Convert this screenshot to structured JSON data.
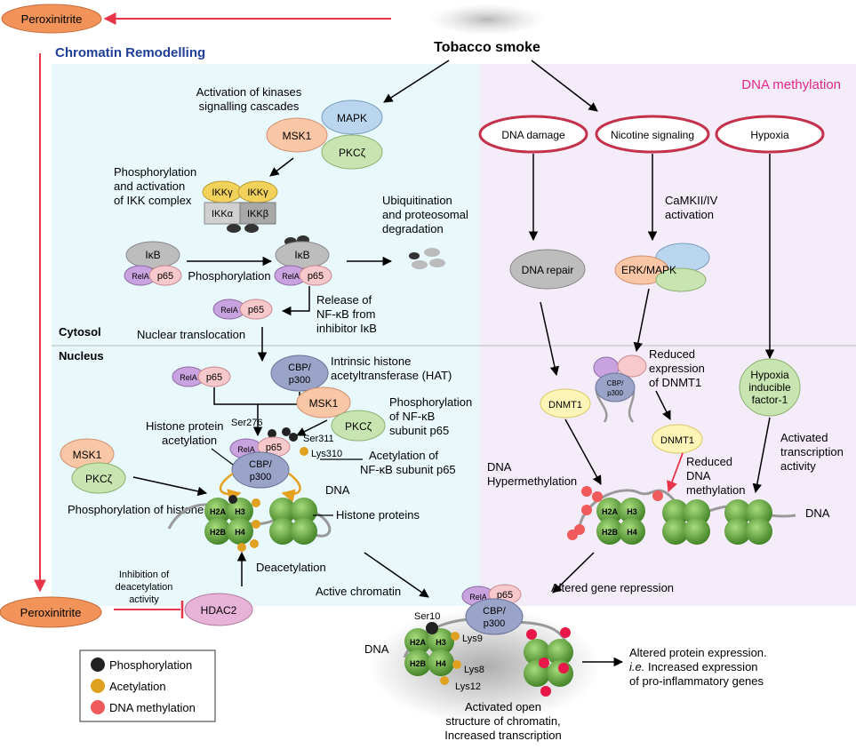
{
  "colors": {
    "chromatin_bg": "#e8f8fb",
    "methylation_bg": "#f5ecfa",
    "peroxynitrite_fill": "#f2935a",
    "red_arrow": "#e8354a",
    "title_blue": "#1f3f9a",
    "title_pink": "#e0288c",
    "relA": "#c9a3e0",
    "p65": "#f7c9cc",
    "mapk": "#b9d6ee",
    "msk1": "#f9c7a6",
    "pkc": "#c8e4b0",
    "ikk_gamma": "#f2d25a",
    "ikk_ab": "#b8b8b8",
    "cbp": "#9aa4c8",
    "dnmt1": "#fdf5b8",
    "hdac2": "#e8b3d8",
    "histone": "#5aa02c",
    "phospho_dot": "#222222",
    "acetyl_dot": "#e0a020",
    "methyl_dot": "#f05a5a"
  },
  "top": {
    "tobacco_smoke": "Tobacco smoke",
    "peroxynitrite_top": "Peroxinitrite",
    "peroxynitrite_bottom": "Peroxinitrite"
  },
  "panels": {
    "chromatin_title": "Chromatin Remodelling",
    "methylation_title": "DNA methylation",
    "cytosol": "Cytosol",
    "nucleus": "Nucleus"
  },
  "left": {
    "activation_kinases": [
      "Activation of kinases",
      "signalling cascades"
    ],
    "mapk": "MAPK",
    "msk1": "MSK1",
    "pkc": "PKCζ",
    "phos_ikk": [
      "Phosphorylation",
      "and activation",
      "of IKK complex"
    ],
    "ikk_gamma": "IKKγ",
    "ikk_alpha": "IKKα",
    "ikk_beta": "IKKβ",
    "ikb": "IκB",
    "rela": "RelA",
    "p65": "p65",
    "phosphorylation": "Phosphorylation",
    "ubiquitination": [
      "Ubiquitination",
      "and proteosomal",
      "degradation"
    ],
    "release": [
      "Release of",
      "NF-κB from",
      "inhibitor IκB"
    ],
    "nuclear_translocation": "Nuclear translocation",
    "cbp_p300": [
      "CBP/",
      "p300"
    ],
    "intrinsic_hat": [
      "Intrinsic histone",
      "acetyltransferase (HAT)"
    ],
    "phos_nfkb": [
      "Phosphorylation",
      "of NF-κB",
      "subunit p65"
    ],
    "ser276": "Ser276",
    "ser311": "Ser311",
    "lys310": "Lys310",
    "histone_acetylation": [
      "Histone protein",
      "acetylation"
    ],
    "acetylation_p65": [
      "Acetylation of",
      "NF-κB subunit p65"
    ],
    "dna": "DNA",
    "histone_proteins": "Histone proteins",
    "phos_histone": "Phosphorylation of histone proteins",
    "deacetylation": "Deacetylation",
    "inhibition": [
      "Inhibition of",
      "deacetylation",
      "activity"
    ],
    "hdac2": "HDAC2",
    "active_chromatin": "Active chromatin",
    "h2a": "H2A",
    "h2b": "H2B",
    "h3": "H3",
    "h4": "H4"
  },
  "right": {
    "dna_damage": "DNA damage",
    "nicotine": "Nicotine signaling",
    "hypoxia": "Hypoxia",
    "dna_repair": "DNA repair",
    "camkii": [
      "CaMKII/IV",
      "activation"
    ],
    "erk_mapk": "ERK/MAPK",
    "reduced_expr": [
      "Reduced",
      "expression",
      "of DNMT1"
    ],
    "hif1": [
      "Hypoxia",
      "inducible",
      "factor-1"
    ],
    "dnmt1": "DNMT1",
    "dna_hyper": [
      "DNA",
      "Hypermethylation"
    ],
    "reduced_meth": [
      "Reduced",
      "DNA",
      "methylation"
    ],
    "activated_tx": [
      "Activated",
      "transcription",
      "activity"
    ],
    "dna": "DNA",
    "altered_repression": "Altered gene repression",
    "cbp_small": [
      "CBP/",
      "p300"
    ]
  },
  "bottom": {
    "ser10": "Ser10",
    "lys9": "Lys9",
    "lys8": "Lys8",
    "lys12": "Lys12",
    "dna": "DNA",
    "open_structure": [
      "Activated open",
      "structure of chromatin,",
      "Increased transcription"
    ],
    "altered_protein_1": "Altered protein expression.",
    "altered_protein_ie": "i.e.",
    "altered_protein_2": " Increased expression",
    "altered_protein_3": "of pro-inflammatory genes"
  },
  "legend": {
    "items": [
      {
        "label": "Phosphorylation",
        "color": "#222222"
      },
      {
        "label": "Acetylation",
        "color": "#e0a020"
      },
      {
        "label": "DNA methylation",
        "color": "#f05a5a"
      }
    ]
  }
}
